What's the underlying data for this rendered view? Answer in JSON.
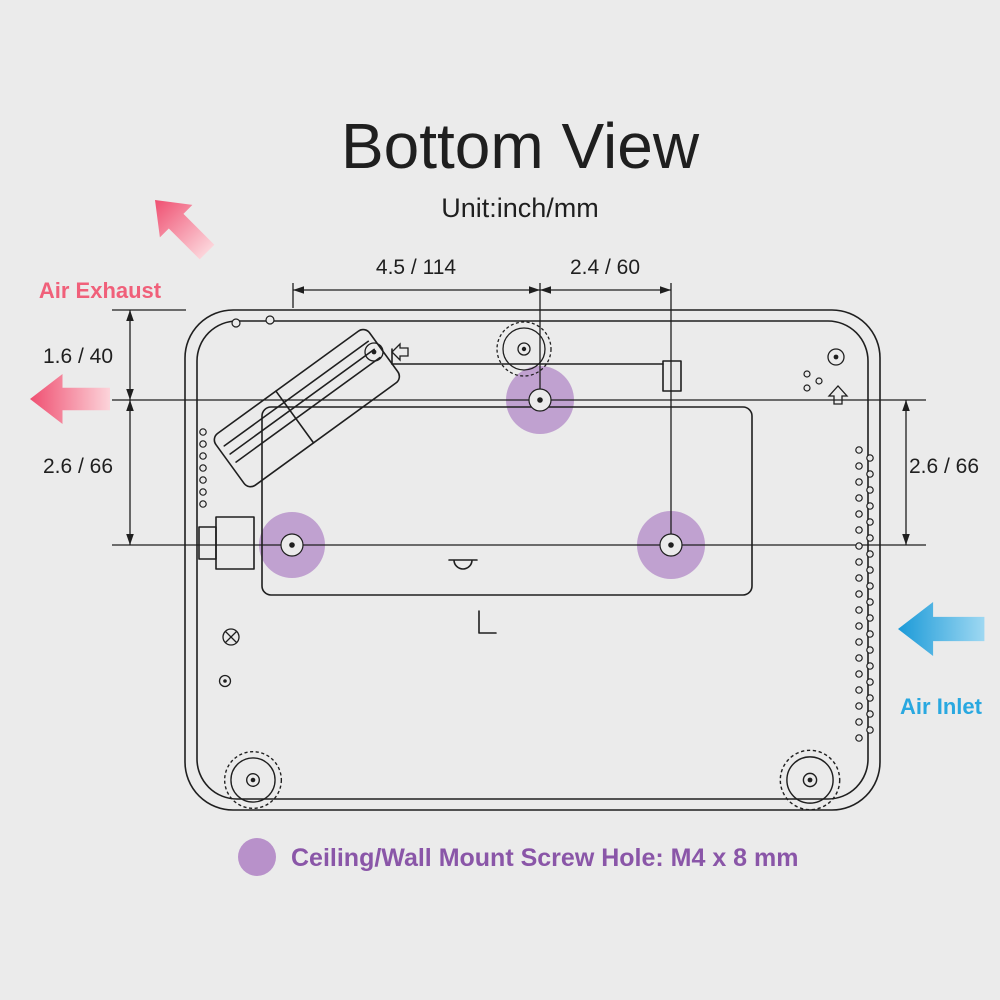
{
  "title": "Bottom View",
  "unit": "Unit:inch/mm",
  "dims": {
    "top_width": "4.5 / 114",
    "top_right_width": "2.4 / 60",
    "left_top": "1.6 / 40",
    "left_bottom": "2.6 / 66",
    "right_side": "2.6 / 66"
  },
  "airflow": {
    "exhaust": "Air Exhaust",
    "inlet": "Air Inlet"
  },
  "legend": "Ceiling/Wall Mount Screw Hole: M4 x 8 mm",
  "colors": {
    "background": "#ebebeb",
    "line": "#1f1f1f",
    "exhaust_pink": "#f0607a",
    "inlet_blue": "#29a8e0",
    "mount_hole_purple": "#b48cc8",
    "legend_text_purple": "#8a56a8"
  }
}
